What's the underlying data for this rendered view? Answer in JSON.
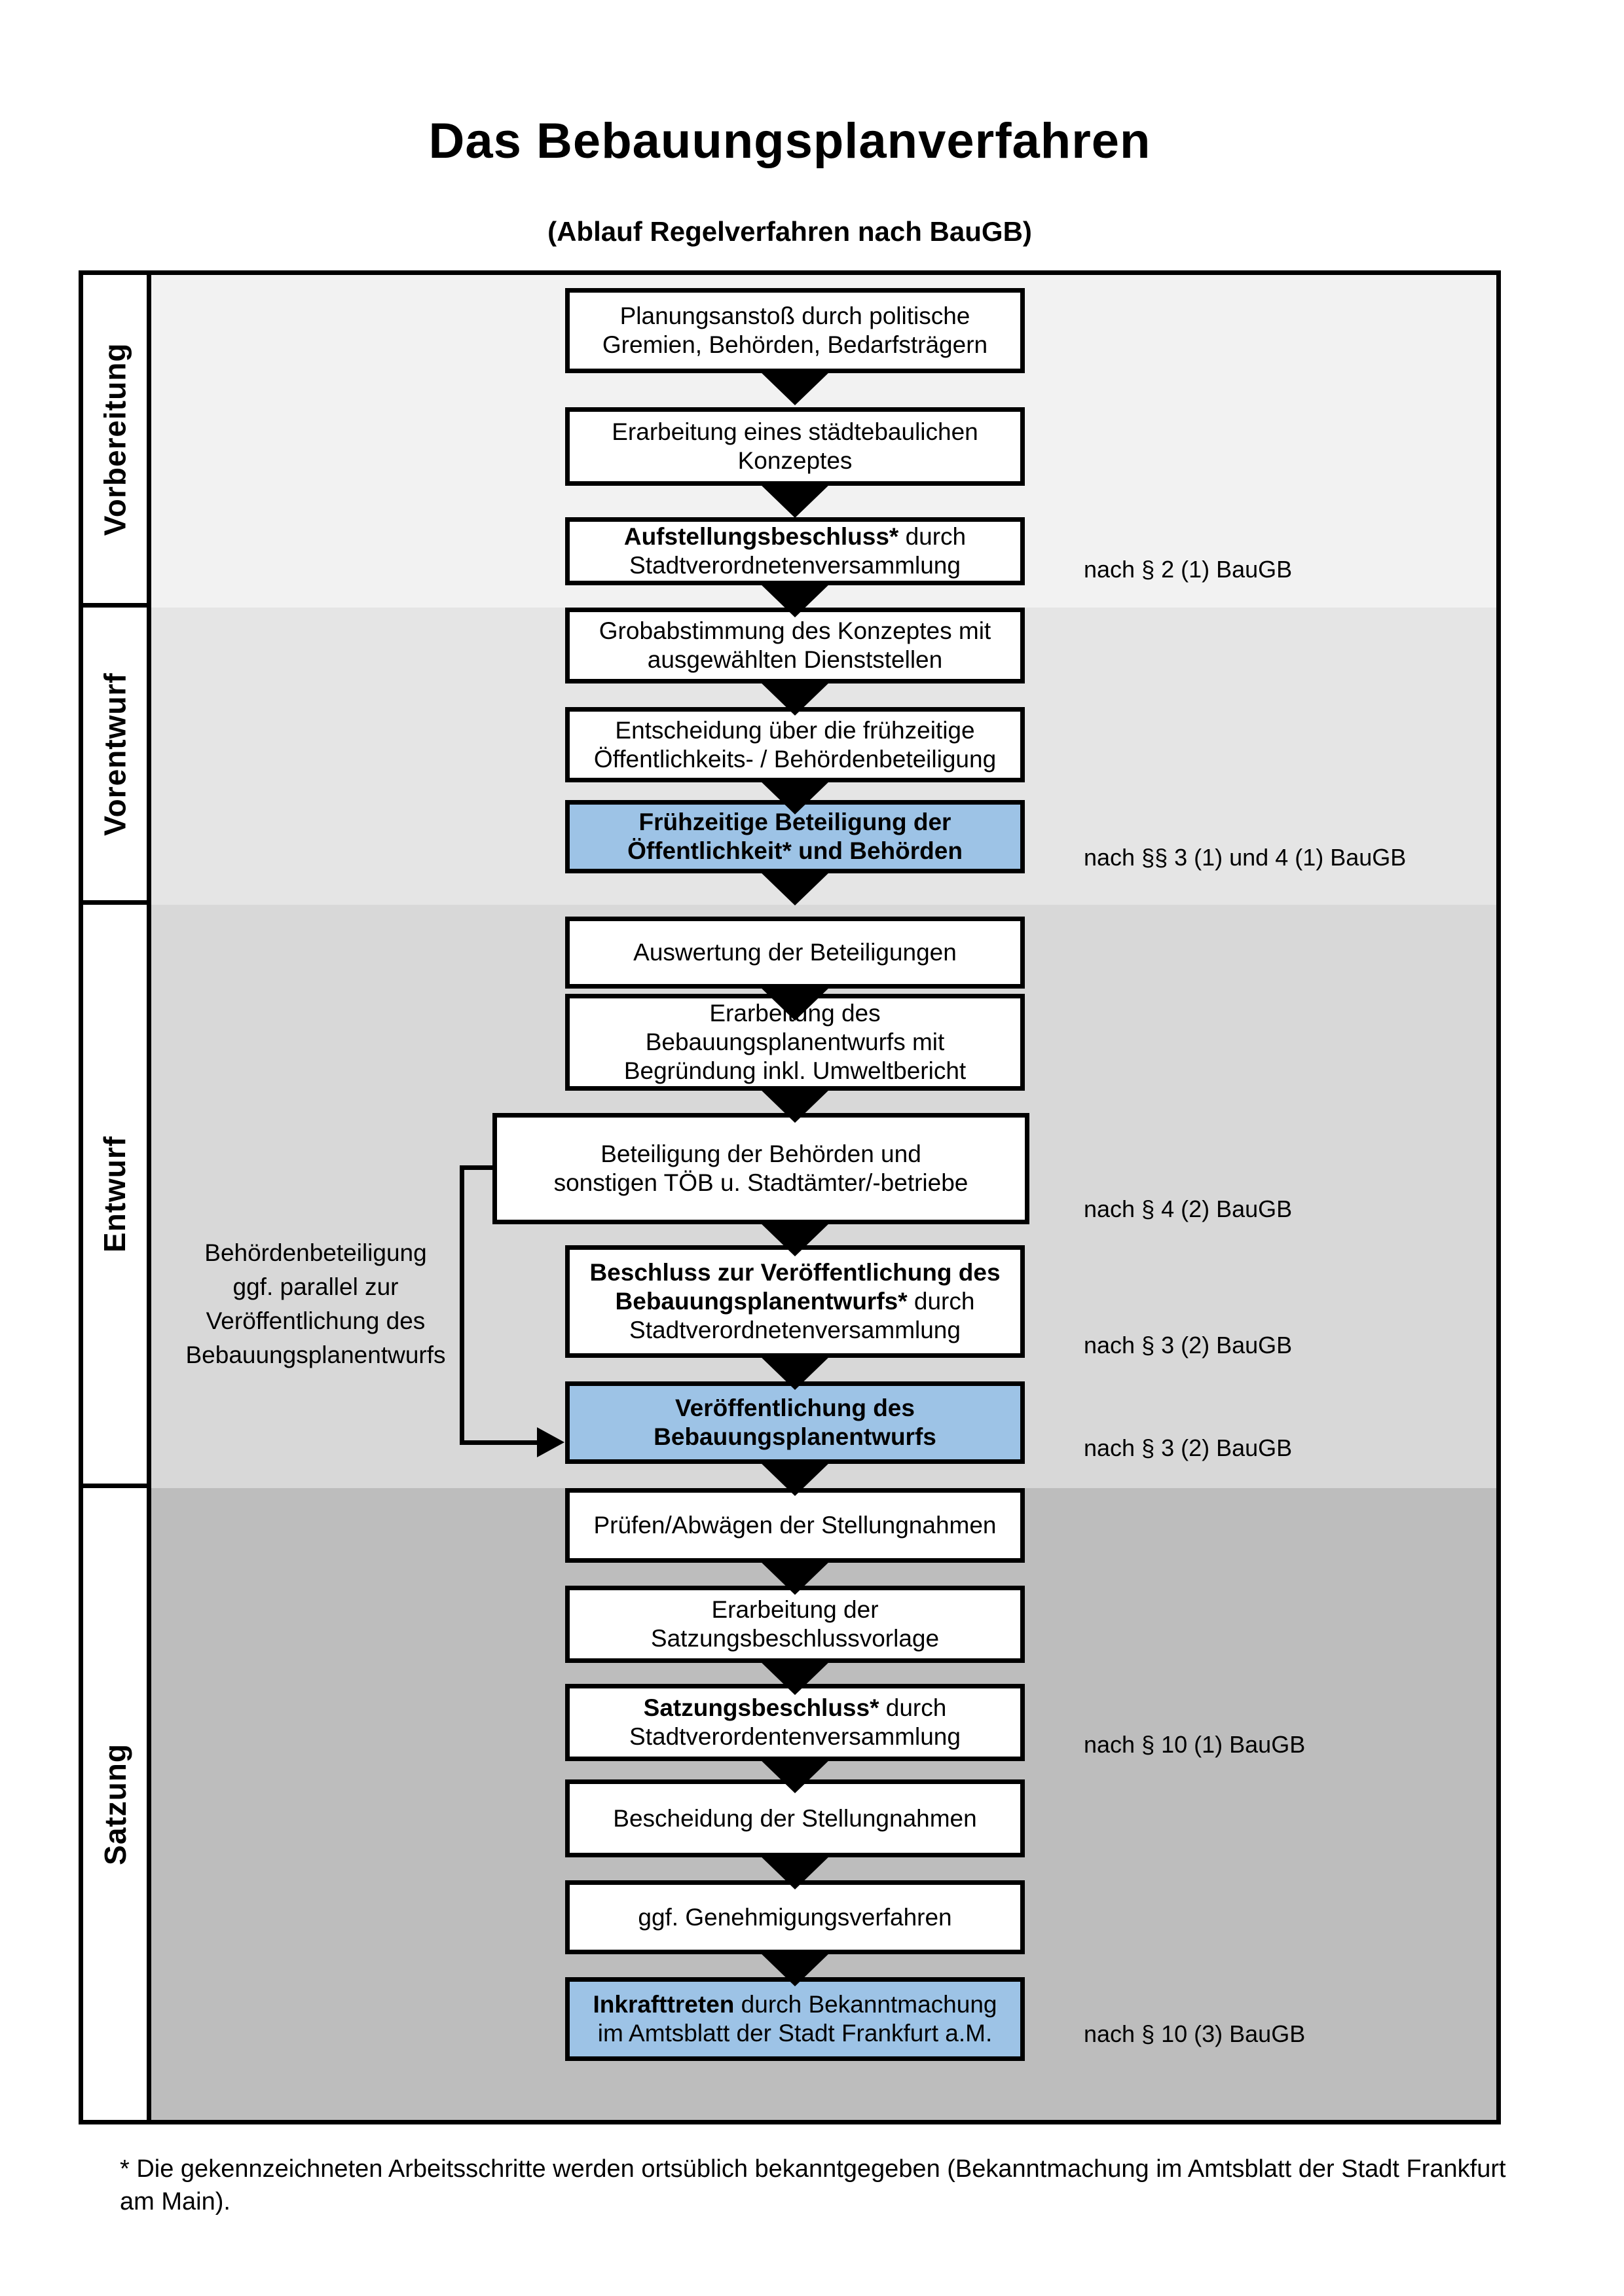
{
  "page": {
    "title": "Das Bebauungsplanverfahren",
    "subtitle": "(Ablauf Regelverfahren nach BauGB)",
    "footnote": "* Die gekennzeichneten Arbeitsschritte werden ortsüblich bekanntgegeben (Bekanntmachung im Amtsblatt  der Stadt Frankfurt am Main)."
  },
  "colors": {
    "highlight_box": "#9DC3E6",
    "box_background": "#FFFFFF",
    "box_border": "#000000",
    "band_vorbereitung": "#F2F2F2",
    "band_vorentwurf": "#E5E5E5",
    "band_entwurf": "#D8D8D8",
    "band_satzung": "#BDBDBD"
  },
  "phases": [
    {
      "label": "Vorbereitung"
    },
    {
      "label": "Vorentwurf"
    },
    {
      "label": "Entwurf"
    },
    {
      "label": "Satzung"
    }
  ],
  "boxes": [
    {
      "id": "planungsanstoss",
      "highlight": false,
      "lines": [
        [
          {
            "t": "Planungsanstoß durch politische",
            "b": false
          }
        ],
        [
          {
            "t": "Gremien, Behörden, Bedarfsträgern",
            "b": false
          }
        ]
      ]
    },
    {
      "id": "staedtebauliches-konzept",
      "highlight": false,
      "lines": [
        [
          {
            "t": "Erarbeitung eines städtebaulichen",
            "b": false
          }
        ],
        [
          {
            "t": "Konzeptes",
            "b": false
          }
        ]
      ]
    },
    {
      "id": "aufstellungsbeschluss",
      "highlight": false,
      "lines": [
        [
          {
            "t": "Aufstellungsbeschluss*",
            "b": true
          },
          {
            "t": " durch",
            "b": false
          }
        ],
        [
          {
            "t": "Stadtverordnetenversammlung",
            "b": false
          }
        ]
      ]
    },
    {
      "id": "grobabstimmung",
      "highlight": false,
      "lines": [
        [
          {
            "t": "Grobabstimmung des Konzeptes mit",
            "b": false
          }
        ],
        [
          {
            "t": "ausgewählten Dienststellen",
            "b": false
          }
        ]
      ]
    },
    {
      "id": "entscheidung-fruehzeitige-beteiligung",
      "highlight": false,
      "lines": [
        [
          {
            "t": "Entscheidung über die frühzeitige",
            "b": false
          }
        ],
        [
          {
            "t": "Öffentlichkeits- / Behördenbeteiligung",
            "b": false
          }
        ]
      ]
    },
    {
      "id": "fruehzeitige-beteiligung",
      "highlight": true,
      "lines": [
        [
          {
            "t": "Frühzeitige Beteiligung der",
            "b": true
          }
        ],
        [
          {
            "t": "Öffentlichkeit* und Behörden",
            "b": true
          }
        ]
      ]
    },
    {
      "id": "auswertung-beteiligungen",
      "highlight": false,
      "lines": [
        [
          {
            "t": "Auswertung der Beteiligungen",
            "b": false
          }
        ]
      ]
    },
    {
      "id": "erarbeitung-bebauungsplanentwurf",
      "highlight": false,
      "lines": [
        [
          {
            "t": "Erarbeitung des",
            "b": false
          }
        ],
        [
          {
            "t": "Bebauungsplanentwurfs mit",
            "b": false
          }
        ],
        [
          {
            "t": "Begründung inkl. Umweltbericht",
            "b": false
          }
        ]
      ]
    },
    {
      "id": "beteiligung-behoerden-toeb",
      "highlight": false,
      "lines": [
        [
          {
            "t": "Beteiligung der Behörden und",
            "b": false
          }
        ],
        [
          {
            "t": "sonstigen TÖB u. Stadtämter/-betriebe",
            "b": false
          }
        ]
      ]
    },
    {
      "id": "beschluss-veroeffentlichung",
      "highlight": false,
      "lines": [
        [
          {
            "t": "Beschluss zur Veröffentlichung des",
            "b": true
          }
        ],
        [
          {
            "t": "Bebauungsplanentwurfs*",
            "b": true
          },
          {
            "t": " durch",
            "b": false
          }
        ],
        [
          {
            "t": "Stadtverordnetenversammlung",
            "b": false
          }
        ]
      ]
    },
    {
      "id": "veroeffentlichung-entwurf",
      "highlight": true,
      "lines": [
        [
          {
            "t": "Veröffentlichung des",
            "b": true
          }
        ],
        [
          {
            "t": "Bebauungsplanentwurfs",
            "b": true
          }
        ]
      ]
    },
    {
      "id": "pruefen-abwaegen-stellungnahmen",
      "highlight": false,
      "lines": [
        [
          {
            "t": "Prüfen/Abwägen der Stellungnahmen",
            "b": false
          }
        ]
      ]
    },
    {
      "id": "erarbeitung-satzungsbeschlussvorlage",
      "highlight": false,
      "lines": [
        [
          {
            "t": "Erarbeitung der",
            "b": false
          }
        ],
        [
          {
            "t": "Satzungsbeschlussvorlage",
            "b": false
          }
        ]
      ]
    },
    {
      "id": "satzungsbeschluss",
      "highlight": false,
      "lines": [
        [
          {
            "t": "Satzungsbeschluss*",
            "b": true
          },
          {
            "t": " durch",
            "b": false
          }
        ],
        [
          {
            "t": "Stadtverordentenversammlung",
            "b": false
          }
        ]
      ]
    },
    {
      "id": "bescheidung-stellungnahmen",
      "highlight": false,
      "lines": [
        [
          {
            "t": "Bescheidung der Stellungnahmen",
            "b": false
          }
        ]
      ]
    },
    {
      "id": "genehmigungsverfahren",
      "highlight": false,
      "lines": [
        [
          {
            "t": "ggf. Genehmigungsverfahren",
            "b": false
          }
        ]
      ]
    },
    {
      "id": "inkrafttreten",
      "highlight": true,
      "lines": [
        [
          {
            "t": "Inkrafttreten",
            "b": true
          },
          {
            "t": " durch Bekanntmachung",
            "b": false
          }
        ],
        [
          {
            "t": "im Amtsblatt der Stadt Frankfurt a.M.",
            "b": false
          }
        ]
      ]
    }
  ],
  "annotations": [
    {
      "text": "nach § 2 (1) BauGB"
    },
    {
      "text": "nach §§ 3 (1) und 4 (1) BauGB"
    },
    {
      "text": "nach § 4 (2) BauGB"
    },
    {
      "text": "nach § 3 (2) BauGB"
    },
    {
      "text": "nach § 3 (2) BauGB"
    },
    {
      "text": "nach § 10 (1) BauGB"
    },
    {
      "text": "nach § 10 (3) BauGB"
    }
  ],
  "side_note": {
    "lines": [
      "Behördenbeteiligung",
      "ggf. parallel zur",
      "Veröffentlichung des",
      "Bebauungsplanentwurfs"
    ]
  }
}
